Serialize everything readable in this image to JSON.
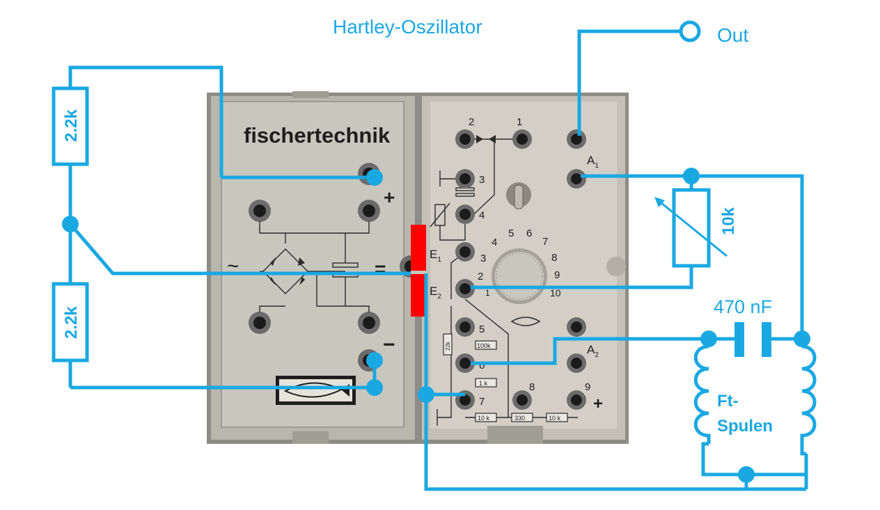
{
  "title": "Hartley-Oszillator",
  "output_label": "Out",
  "resistors": {
    "top_left": "2.2k",
    "bottom_left": "2.2k",
    "pot": "10k",
    "box_1k": "1 k",
    "box_100k": "100k",
    "box_10k_a": "10 k",
    "box_330": "330",
    "box_10k_b": "10 k",
    "small_22k": "22k"
  },
  "capacitor_label": "470 nF",
  "coil_label": {
    "line1": "Ft-",
    "line2": "Spulen"
  },
  "power_module": {
    "brand": "fischertechnik",
    "plus": "+",
    "minus": "−",
    "ac_symbol": "~",
    "dc_symbol": "="
  },
  "transistor_module": {
    "pin_labels": {
      "p1": "1",
      "p2": "2",
      "p3": "3",
      "p4": "4",
      "p5": "5",
      "p6": "6",
      "p7": "7",
      "p8": "8",
      "p9": "9",
      "a1": "A",
      "a1_sub": "1",
      "a2": "A",
      "a2_sub": "2",
      "e1": "E",
      "e1_sub": "1",
      "e2": "E",
      "e2_sub": "2",
      "plus": "+"
    },
    "dial": [
      "1",
      "2",
      "3",
      "4",
      "5",
      "6",
      "7",
      "8",
      "9",
      "10"
    ]
  },
  "colors": {
    "wire": "#1aa8e2",
    "connector": "#ff0000",
    "module_gray": "#bdbab1",
    "module_light": "#d3cfc6"
  }
}
